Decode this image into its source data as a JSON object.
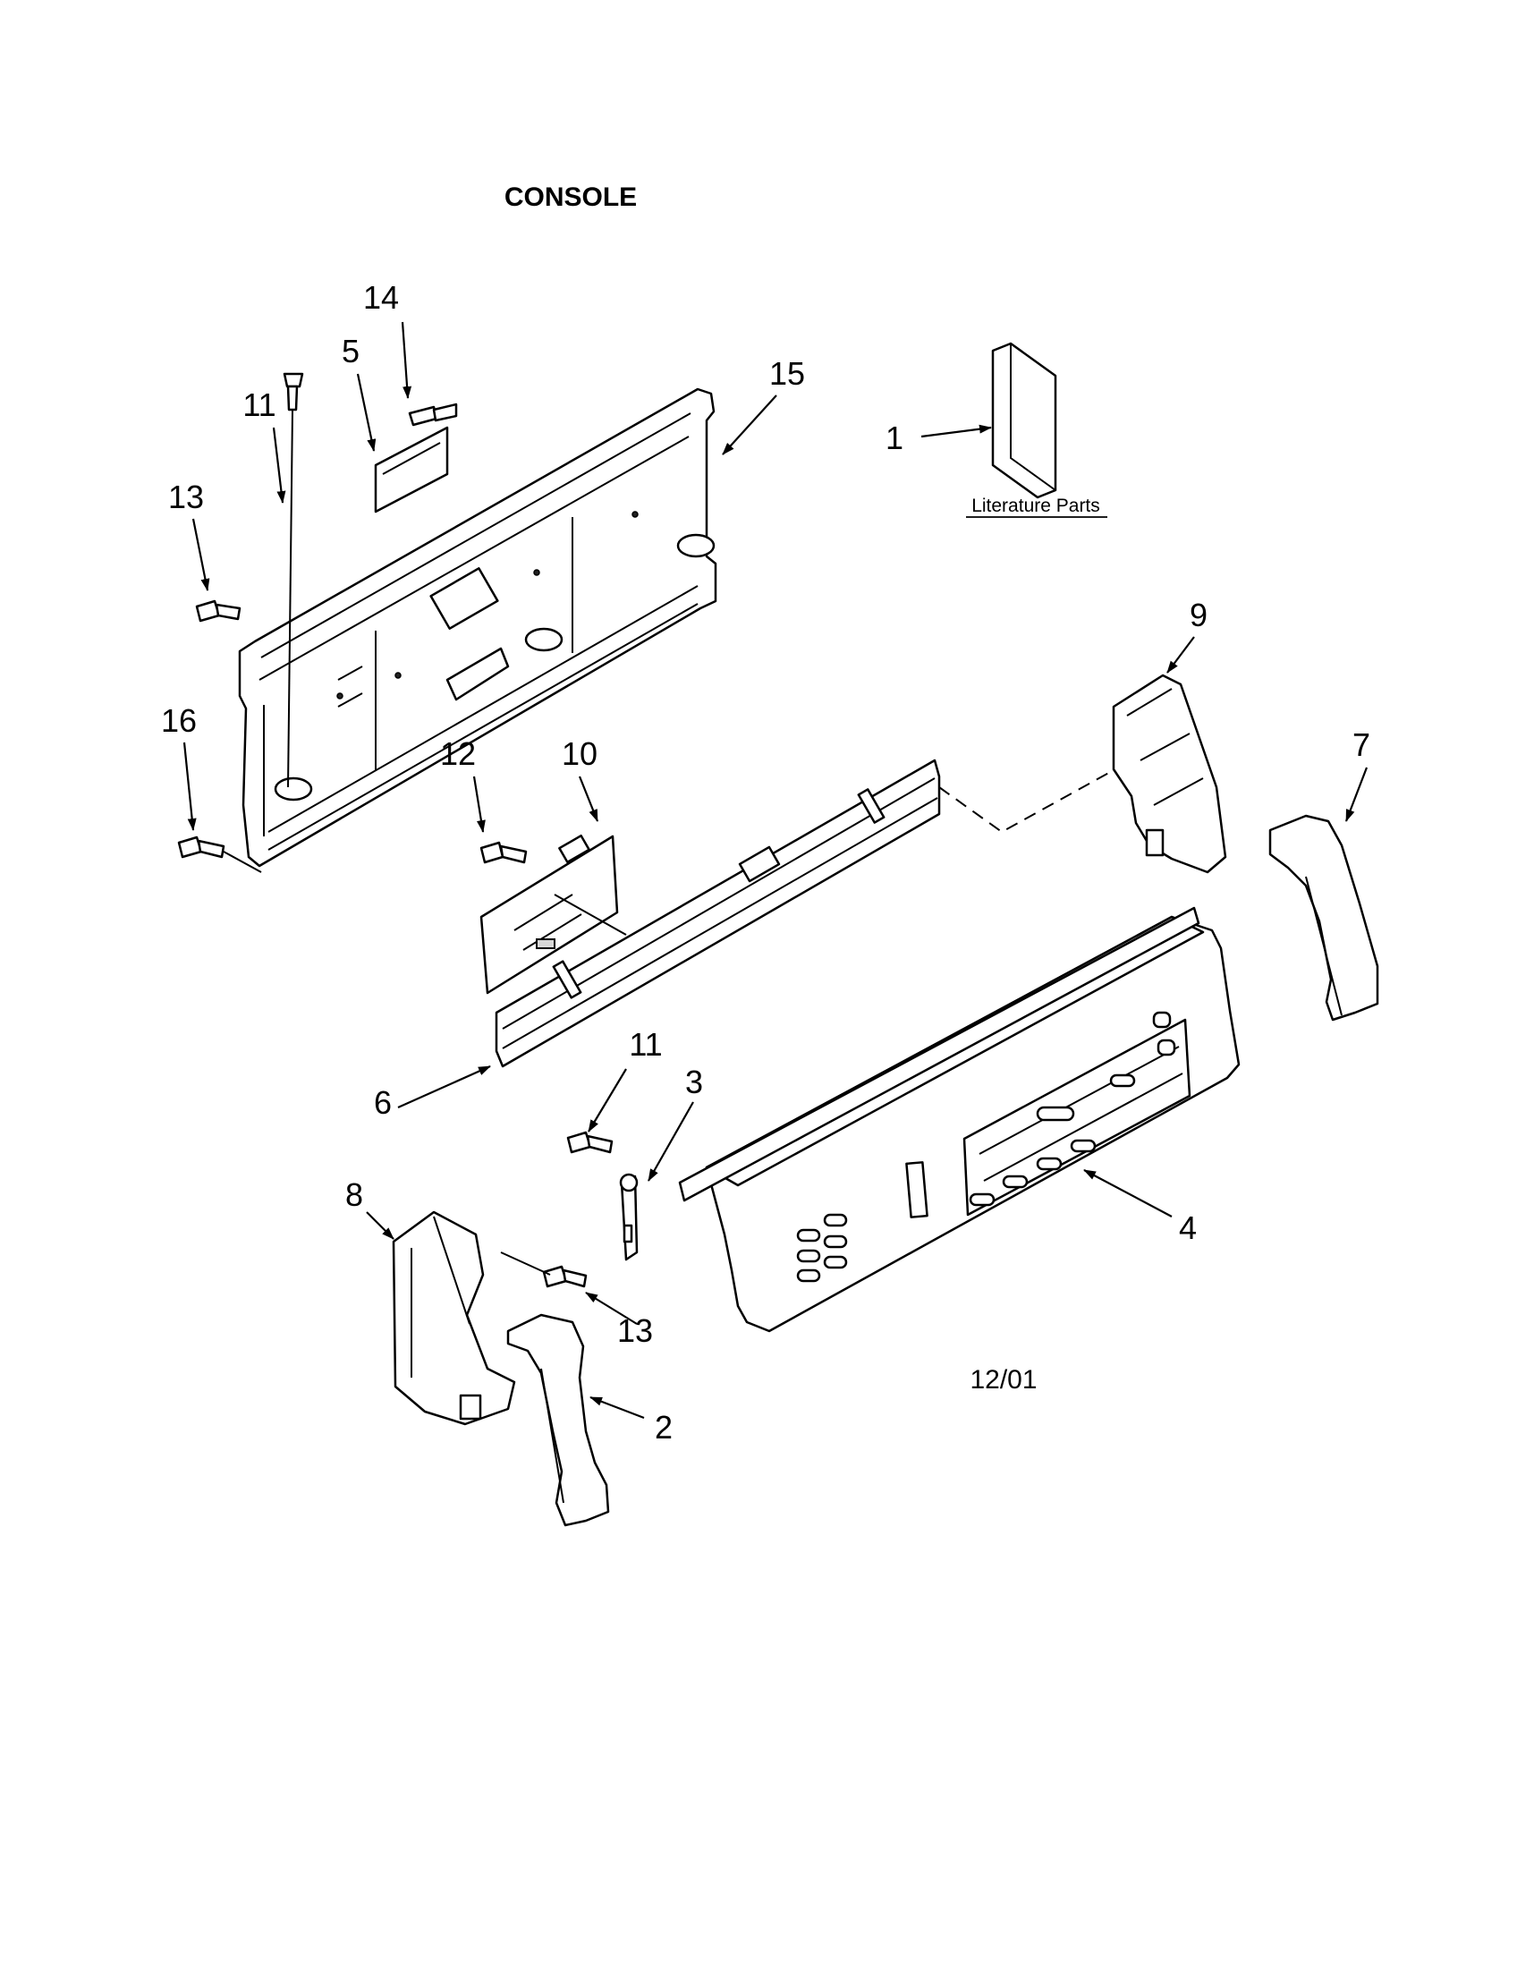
{
  "diagram": {
    "title": "CONSOLE",
    "date_code": "12/01",
    "literature_label": "Literature Parts",
    "callouts": [
      {
        "key": "c1",
        "text": "1"
      },
      {
        "key": "c2",
        "text": "2"
      },
      {
        "key": "c3",
        "text": "3"
      },
      {
        "key": "c4",
        "text": "4"
      },
      {
        "key": "c5",
        "text": "5"
      },
      {
        "key": "c6",
        "text": "6"
      },
      {
        "key": "c7",
        "text": "7"
      },
      {
        "key": "c8",
        "text": "8"
      },
      {
        "key": "c9",
        "text": "9"
      },
      {
        "key": "c10",
        "text": "10"
      },
      {
        "key": "c11a",
        "text": "11"
      },
      {
        "key": "c11b",
        "text": "11"
      },
      {
        "key": "c12",
        "text": "12"
      },
      {
        "key": "c13a",
        "text": "13"
      },
      {
        "key": "c13b",
        "text": "13"
      },
      {
        "key": "c14",
        "text": "14"
      },
      {
        "key": "c15",
        "text": "15"
      },
      {
        "key": "c16",
        "text": "16"
      }
    ]
  }
}
